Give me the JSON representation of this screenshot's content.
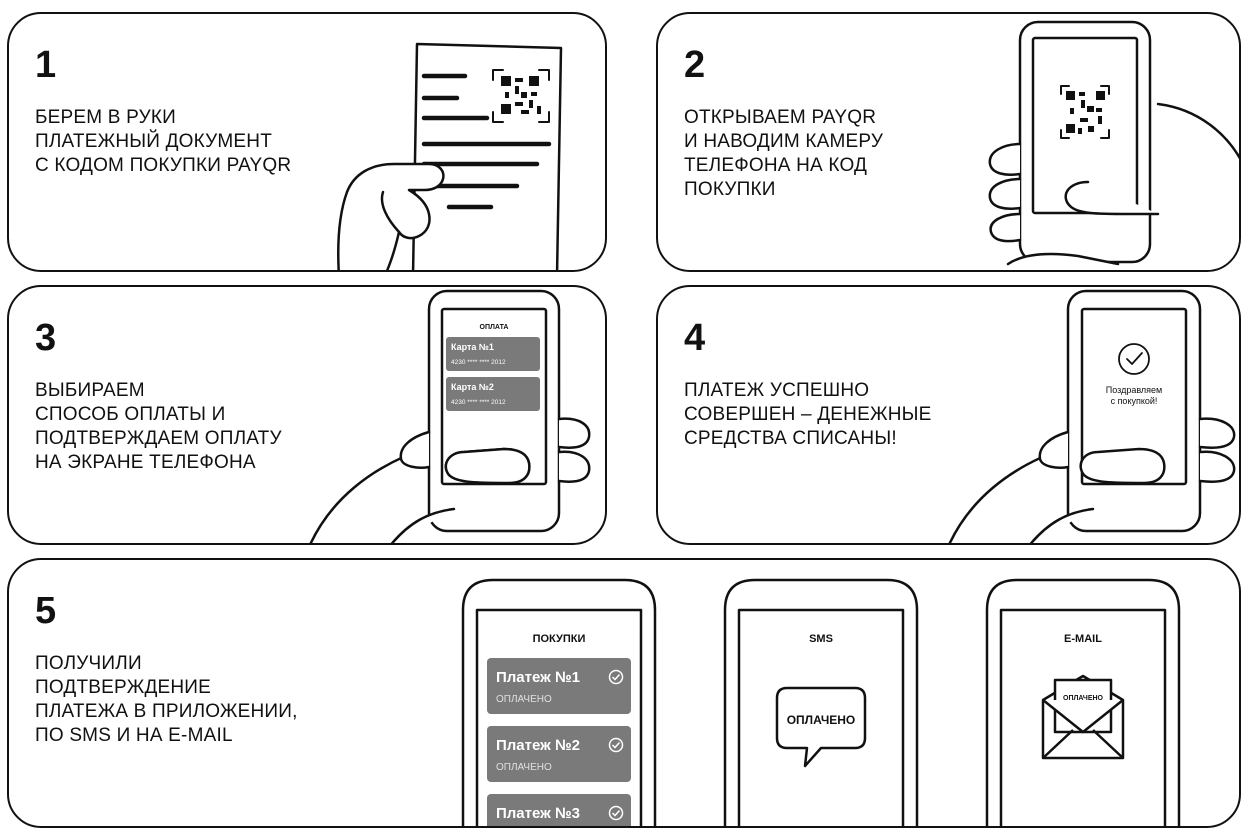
{
  "steps": [
    {
      "number": "1",
      "text": "БЕРЕМ В РУКИ\nПЛАТЕЖНЫЙ ДОКУМЕНТ\nС КОДОМ ПОКУПКИ PAYQR"
    },
    {
      "number": "2",
      "text": "ОТКРЫВАЕМ PAYQR\nИ НАВОДИМ КАМЕРУ\nТЕЛЕФОНА НА КОД\nПОКУПКИ"
    },
    {
      "number": "3",
      "text": "ВЫБИРАЕМ\nСПОСОБ ОПЛАТЫ И\nПОДТВЕРЖДАЕМ ОПЛАТУ\nНА ЭКРАНЕ ТЕЛЕФОНА"
    },
    {
      "number": "4",
      "text": "ПЛАТЕЖ УСПЕШНО\nСОВЕРШЕН – ДЕНЕЖНЫЕ\nСРЕДСТВА СПИСАНЫ!"
    },
    {
      "number": "5",
      "text": "ПОЛУЧИЛИ\nПОДТВЕРЖДЕНИЕ\nПЛАТЕЖА В ПРИЛОЖЕНИИ,\nПО SMS И НА E-MAIL"
    }
  ],
  "step3_phone": {
    "title": "ОПЛАТА",
    "cards": [
      {
        "name": "Карта №1",
        "number": "4230 **** **** 2012"
      },
      {
        "name": "Карта №2",
        "number": "4230 **** **** 2012"
      }
    ]
  },
  "step4_phone": {
    "line1": "Поздравляем",
    "line2": "с покупкой!"
  },
  "step5_phones": {
    "purchases": {
      "title": "ПОКУПКИ",
      "items": [
        {
          "label": "Платеж №1",
          "status": "ОПЛАЧЕНО"
        },
        {
          "label": "Платеж №2",
          "status": "ОПЛАЧЕНО"
        },
        {
          "label": "Платеж №3",
          "status": ""
        }
      ]
    },
    "sms": {
      "title": "SMS",
      "bubble": "ОПЛАЧЕНО"
    },
    "email": {
      "title": "E-MAIL",
      "letter": "ОПЛАЧЕНО"
    }
  },
  "colors": {
    "line": "#111111",
    "card": "#7a7a7a",
    "card_text": "#ffffff",
    "background": "#ffffff"
  }
}
